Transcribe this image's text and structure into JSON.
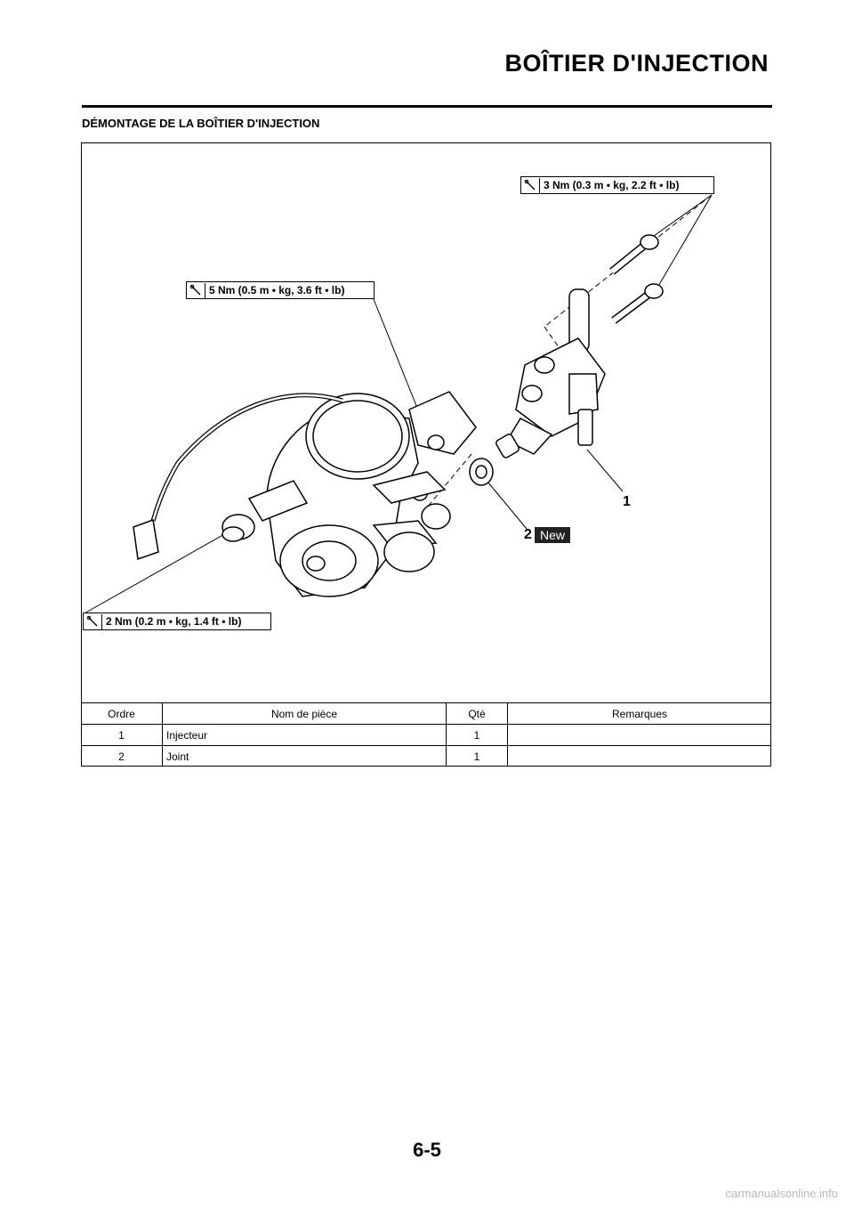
{
  "header": {
    "title": "BOÎTIER D'INJECTION"
  },
  "section": {
    "title": "DÉMONTAGE DE LA BOÎTIER D'INJECTION"
  },
  "diagram": {
    "torque_labels": {
      "top": "3 Nm (0.3 m • kg, 2.2 ft • lb)",
      "middle": "5 Nm (0.5 m • kg, 3.6 ft • lb)",
      "bottom": "2 Nm (0.2 m • kg, 1.4 ft • lb)"
    },
    "callouts": {
      "one": "1",
      "two": "2"
    },
    "new_badge": "New",
    "icons": [
      "torque-wrench-icon"
    ]
  },
  "parts_table": {
    "headers": {
      "order": "Ordre",
      "name": "Nom de pièce",
      "qty": "Qté",
      "remarks": "Remarques"
    },
    "rows": [
      {
        "order": "1",
        "name": "Injecteur",
        "qty": "1",
        "remarks": ""
      },
      {
        "order": "2",
        "name": "Joint",
        "qty": "1",
        "remarks": ""
      }
    ]
  },
  "footer": {
    "page_number": "6-5",
    "watermark": "carmanualsonline.info"
  }
}
